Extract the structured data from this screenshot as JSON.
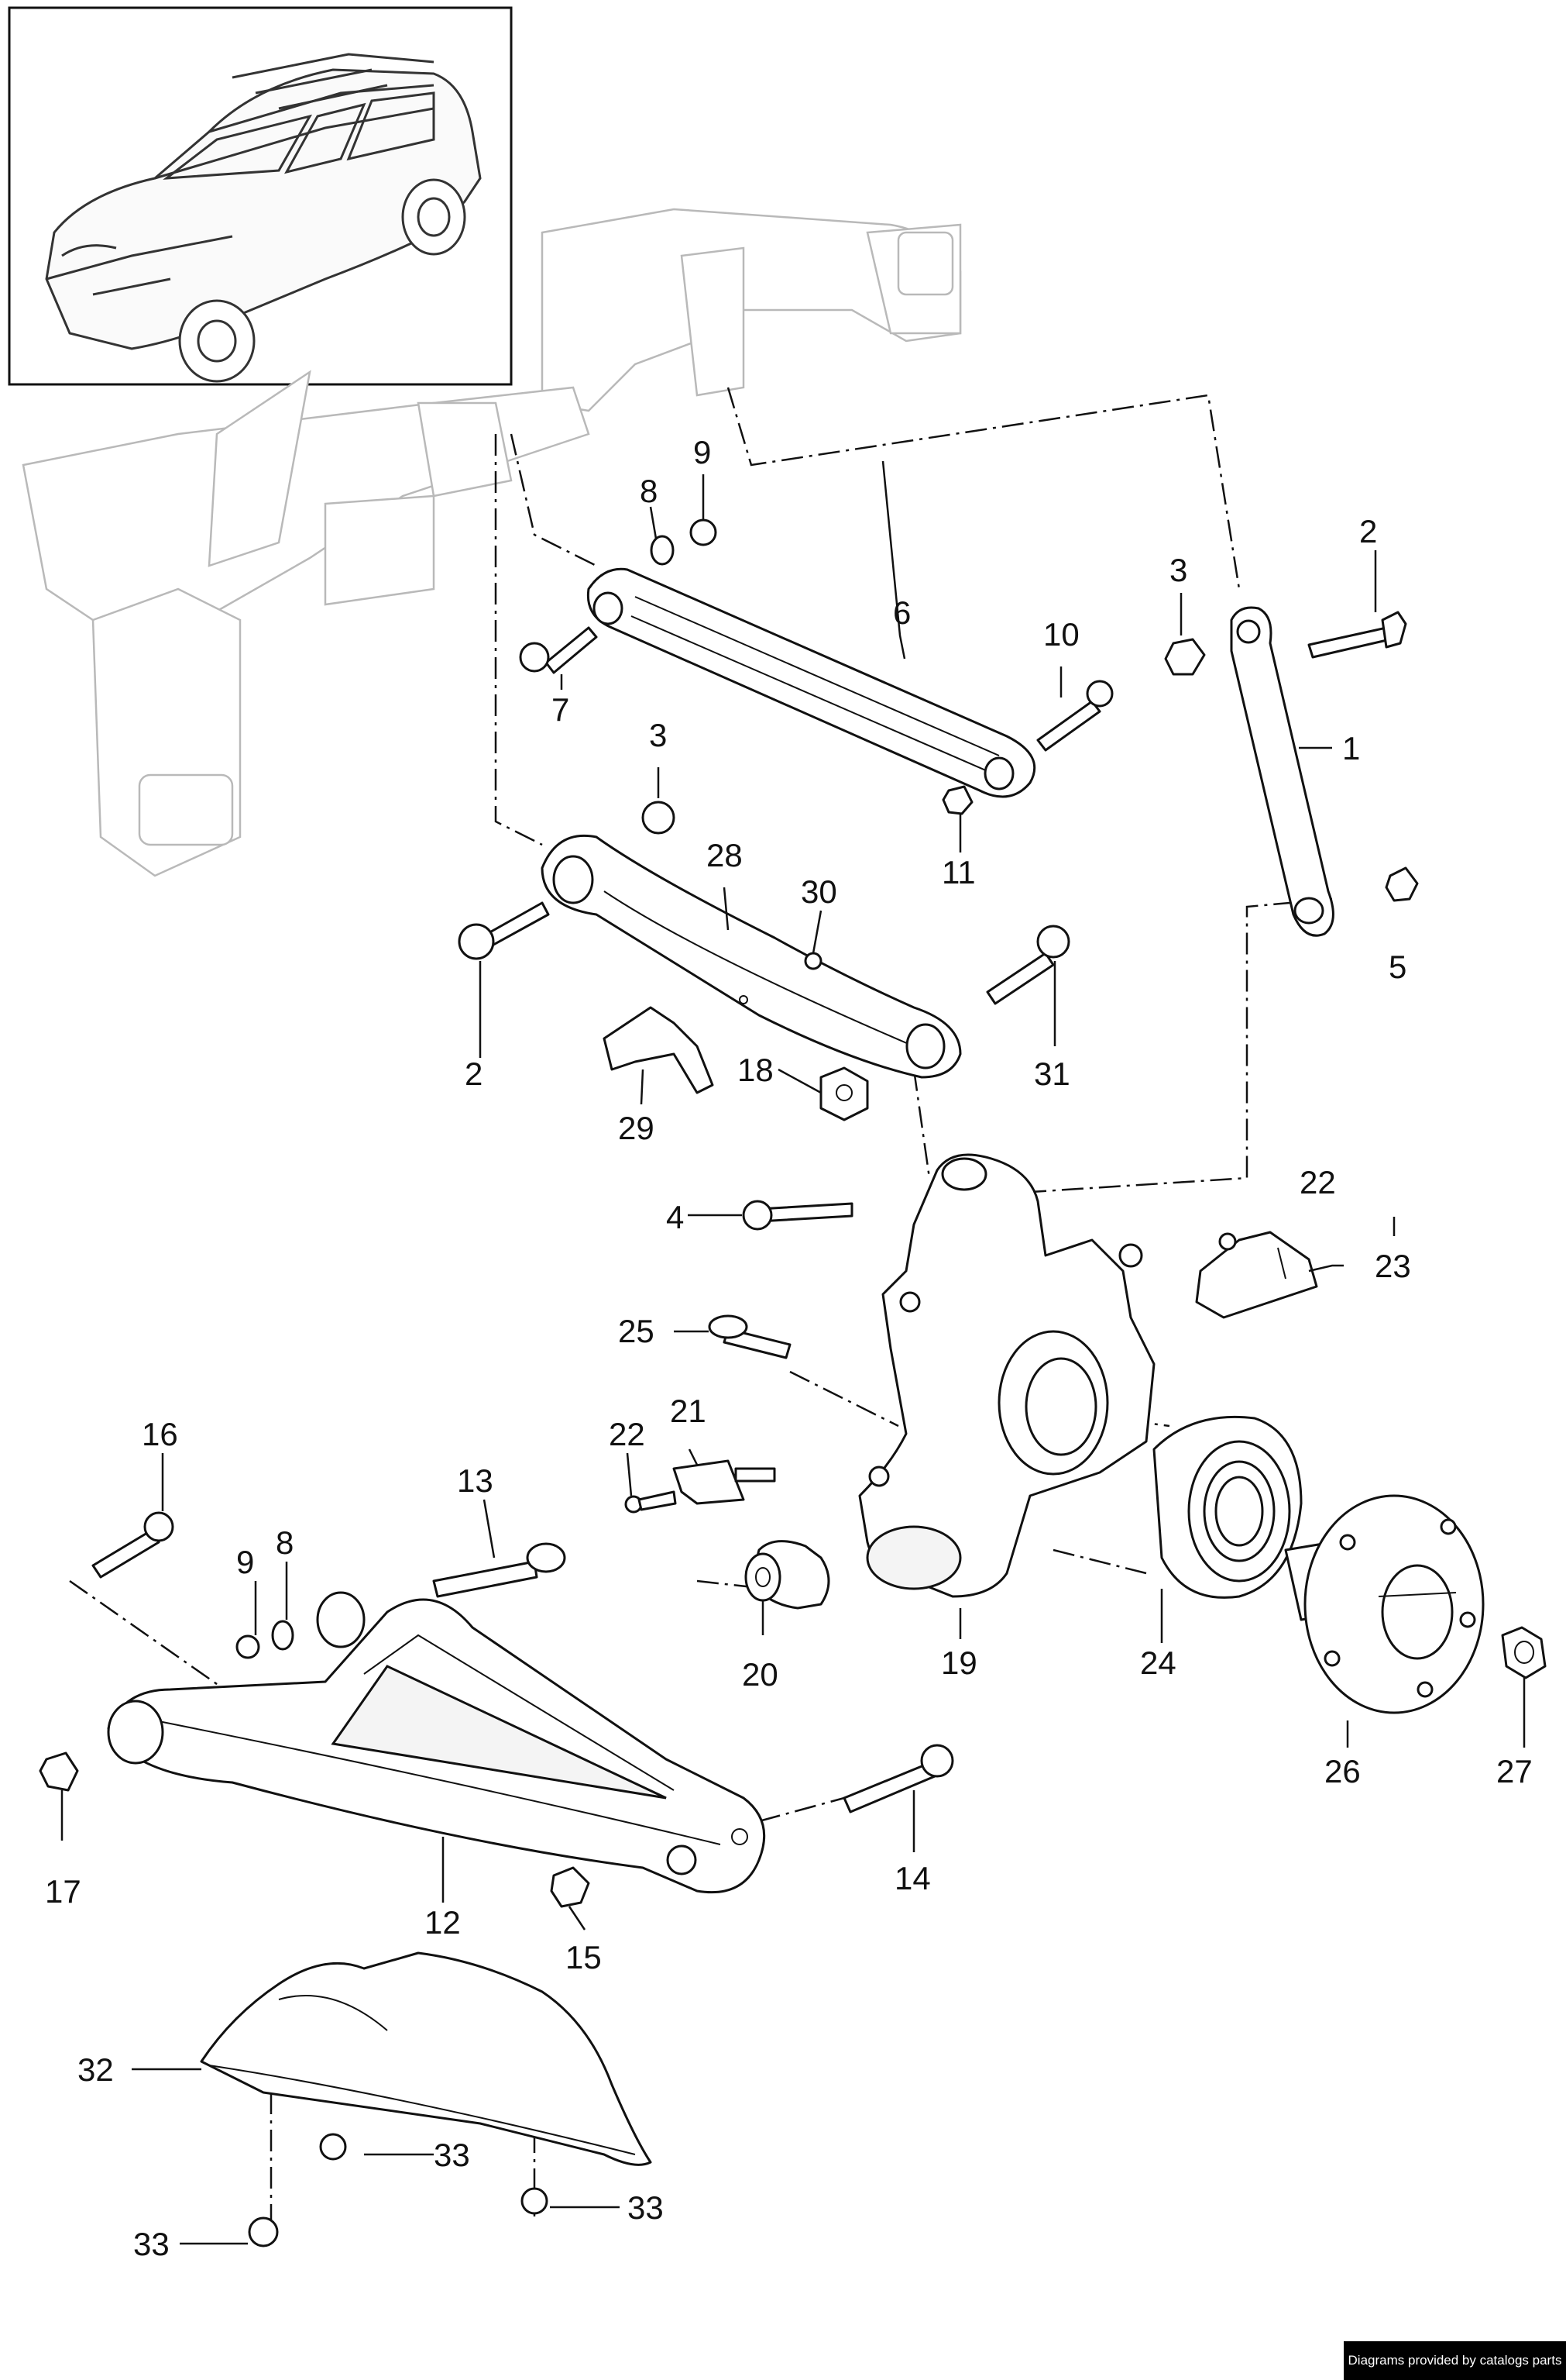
{
  "footer": {
    "credit": "Diagrams provided by catalogs parts"
  },
  "callouts": [
    {
      "id": "1",
      "text": "1"
    },
    {
      "id": "2a",
      "text": "2"
    },
    {
      "id": "2b",
      "text": "2"
    },
    {
      "id": "3a",
      "text": "3"
    },
    {
      "id": "3b",
      "text": "3"
    },
    {
      "id": "4",
      "text": "4"
    },
    {
      "id": "5",
      "text": "5"
    },
    {
      "id": "6",
      "text": "6"
    },
    {
      "id": "7",
      "text": "7"
    },
    {
      "id": "8a",
      "text": "8"
    },
    {
      "id": "8b",
      "text": "8"
    },
    {
      "id": "9a",
      "text": "9"
    },
    {
      "id": "9b",
      "text": "9"
    },
    {
      "id": "10",
      "text": "10"
    },
    {
      "id": "11",
      "text": "11"
    },
    {
      "id": "12",
      "text": "12"
    },
    {
      "id": "13",
      "text": "13"
    },
    {
      "id": "14",
      "text": "14"
    },
    {
      "id": "15",
      "text": "15"
    },
    {
      "id": "16",
      "text": "16"
    },
    {
      "id": "17",
      "text": "17"
    },
    {
      "id": "18",
      "text": "18"
    },
    {
      "id": "19",
      "text": "19"
    },
    {
      "id": "20",
      "text": "20"
    },
    {
      "id": "21",
      "text": "21"
    },
    {
      "id": "22a",
      "text": "22"
    },
    {
      "id": "22b",
      "text": "22"
    },
    {
      "id": "23",
      "text": "23"
    },
    {
      "id": "24",
      "text": "24"
    },
    {
      "id": "25",
      "text": "25"
    },
    {
      "id": "26",
      "text": "26"
    },
    {
      "id": "27",
      "text": "27"
    },
    {
      "id": "28",
      "text": "28"
    },
    {
      "id": "29",
      "text": "29"
    },
    {
      "id": "30",
      "text": "30"
    },
    {
      "id": "31",
      "text": "31"
    },
    {
      "id": "32",
      "text": "32"
    },
    {
      "id": "33a",
      "text": "33"
    },
    {
      "id": "33b",
      "text": "33"
    },
    {
      "id": "33c",
      "text": "33"
    }
  ]
}
